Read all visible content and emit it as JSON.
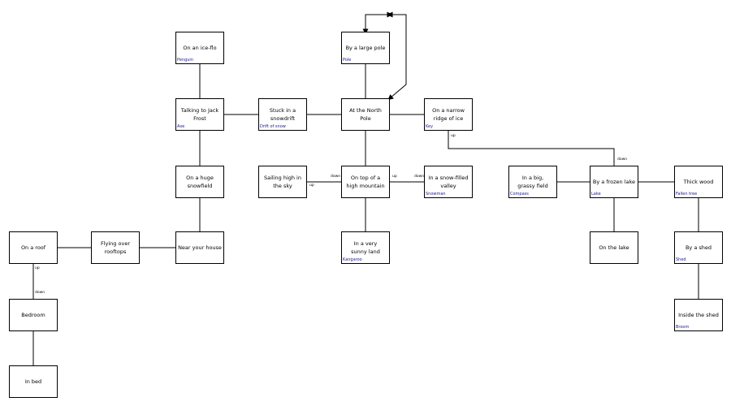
{
  "rooms": {
    "ice_flo": {
      "title": "On an ice-flo",
      "item": "Penguin"
    },
    "pole": {
      "title": "By a large pole",
      "item": "Pole"
    },
    "jack_frost": {
      "title": "Talking to Jack\nFrost",
      "item": "Axe"
    },
    "snowdrift": {
      "title": "Stuck in a snowdrift",
      "item": "Drift of snow"
    },
    "north_pole": {
      "title": "At the North Pole",
      "item": ""
    },
    "ridge": {
      "title": "On a narrow\nridge of ice",
      "item": "Key"
    },
    "snowfield": {
      "title": "On a huge\nsnowfield",
      "item": ""
    },
    "sky": {
      "title": "Sailing high in\nthe sky",
      "item": ""
    },
    "mountain": {
      "title": "On top of a\nhigh mountain",
      "item": ""
    },
    "valley": {
      "title": "In a snow-filled\nvalley",
      "item": "Snowman"
    },
    "grassy": {
      "title": "In a big,\ngrassy field",
      "item": "Compass"
    },
    "frozen_lake": {
      "title": "By a frozen lake",
      "item": "Lake"
    },
    "thick_wood": {
      "title": "Thick wood",
      "item": "Fallen tree"
    },
    "roof": {
      "title": "On a roof",
      "item": ""
    },
    "rooftops": {
      "title": "Flying over rooftops",
      "item": ""
    },
    "house": {
      "title": "Near your house",
      "item": ""
    },
    "sunny": {
      "title": "In a very\nsunny land",
      "item": "Kangaroo"
    },
    "on_lake": {
      "title": "On the lake",
      "item": ""
    },
    "shed": {
      "title": "By a shed",
      "item": "Shed"
    },
    "bedroom": {
      "title": "Bedroom",
      "item": ""
    },
    "inside_shed": {
      "title": "Inside the shed",
      "item": "Broom"
    },
    "in_bed": {
      "title": "In bed",
      "item": ""
    }
  },
  "edge_labels": {
    "ridge_up": "up",
    "lake_down": "down",
    "sky_down": "down",
    "sky_up": "up",
    "mountain_up": "up",
    "valley_down": "down",
    "roof_up": "up",
    "bedroom_down": "down"
  }
}
